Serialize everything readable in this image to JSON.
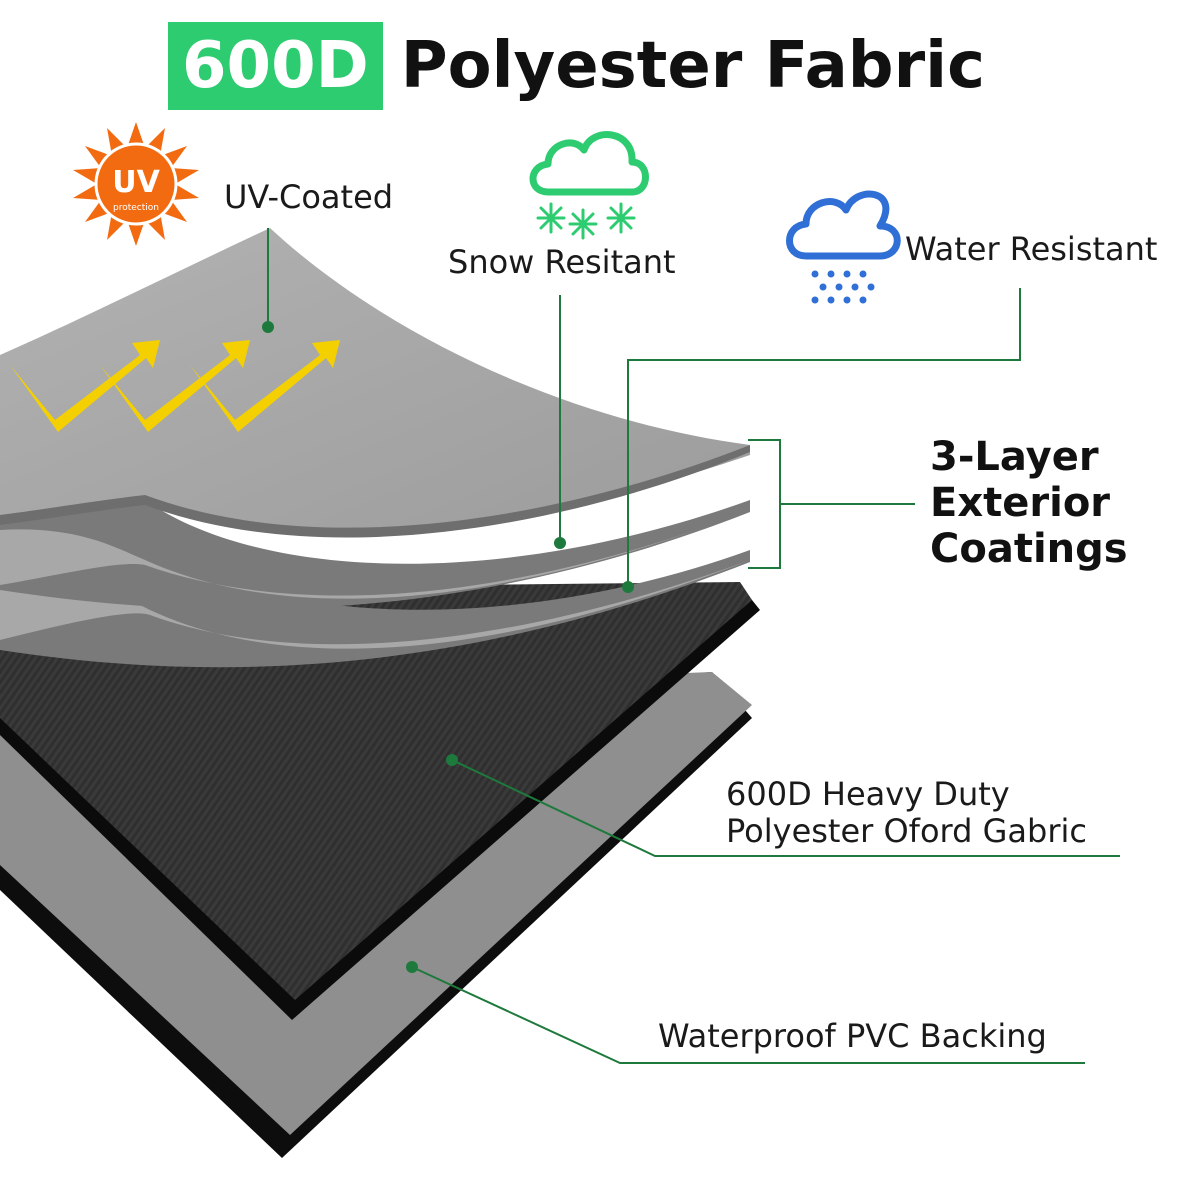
{
  "header": {
    "badge": "600D",
    "title": "Polyester Fabric"
  },
  "features": {
    "uv": {
      "label": "UV-Coated",
      "icon": "uv-sun-icon",
      "icon_text": "UV",
      "icon_subtext": "protection"
    },
    "snow": {
      "label": "Snow Resitant",
      "icon": "snow-cloud-icon"
    },
    "water": {
      "label": "Water Resistant",
      "icon": "rain-cloud-icon"
    }
  },
  "layers": {
    "group_line1": "3-Layer",
    "group_line2": "Exterior",
    "group_line3": "Coatings",
    "fabric_line1": "600D Heavy Duty",
    "fabric_line2": "Polyester Oford Gabric",
    "backing": "Waterproof PVC Backing"
  },
  "colors": {
    "accent_green": "#2ecc71",
    "leader_green": "#1e7a3c",
    "coating_gray": "#a6a6a6",
    "fabric_dark": "#3b3b3b",
    "uv_orange": "#f26b10",
    "arrow_yellow": "#f5d000",
    "water_blue": "#2f6fd6"
  }
}
